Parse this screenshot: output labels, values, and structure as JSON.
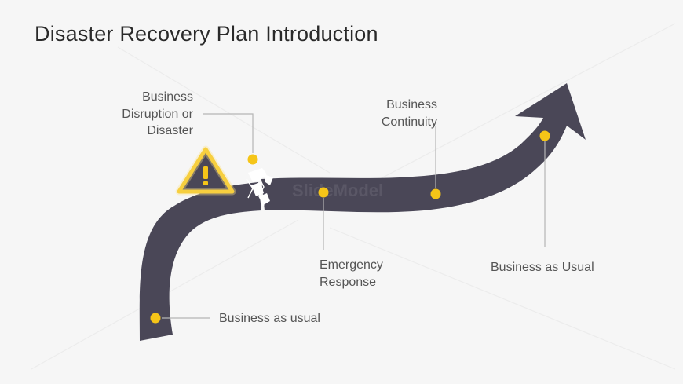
{
  "title": "Disaster Recovery Plan Introduction",
  "labels": {
    "disruption": "Business\nDisruption or\nDisaster",
    "continuity": "Business\nContinuity",
    "emergency": "Emergency\nResponse",
    "usual_end": "Business as Usual",
    "usual_start": "Business as usual"
  },
  "watermark": "SlideModel",
  "icons": {
    "warning": "warning-triangle-icon"
  },
  "colors": {
    "arrow": "#4a4757",
    "dot": "#f5c518",
    "warning_border": "#f5c518",
    "leader": "#b5b5b5"
  }
}
